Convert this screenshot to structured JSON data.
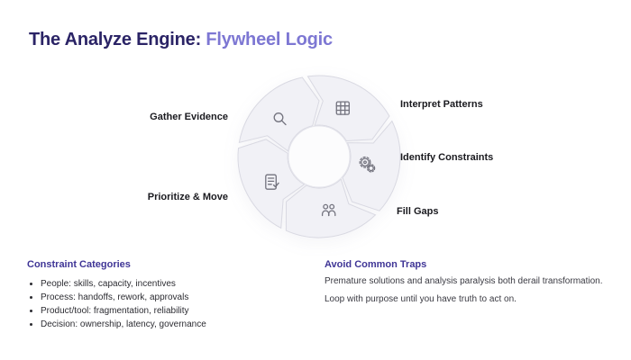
{
  "title": {
    "prefix": "The Analyze Engine:",
    "highlight": "Flywheel Logic"
  },
  "flywheel": {
    "steps": [
      {
        "label": "Gather Evidence",
        "icon": "search-icon"
      },
      {
        "label": "Interpret Patterns",
        "icon": "grid-icon"
      },
      {
        "label": "Identify Constraints",
        "icon": "gears-icon"
      },
      {
        "label": "Fill Gaps",
        "icon": "people-icon"
      },
      {
        "label": "Prioritize & Move",
        "icon": "document-check-icon"
      }
    ]
  },
  "sections": {
    "constraint_categories": {
      "heading": "Constraint Categories",
      "bullets": [
        "People: skills, capacity, incentives",
        "Process: handoffs, rework, approvals",
        "Product/tool: fragmentation, reliability",
        "Decision: ownership, latency, governance"
      ]
    },
    "avoid_common_traps": {
      "heading": "Avoid Common Traps",
      "lines": [
        "Premature solutions and analysis paralysis both derail transformation.",
        "Loop with purpose until you have truth to act on."
      ]
    }
  },
  "colors": {
    "title_dark": "#2b2466",
    "title_accent": "#7d77d3",
    "section_heading": "#3f3596",
    "segment_fill": "#f1f1f6",
    "segment_stroke": "#d9d9e2",
    "icon_gray": "#73737e"
  }
}
